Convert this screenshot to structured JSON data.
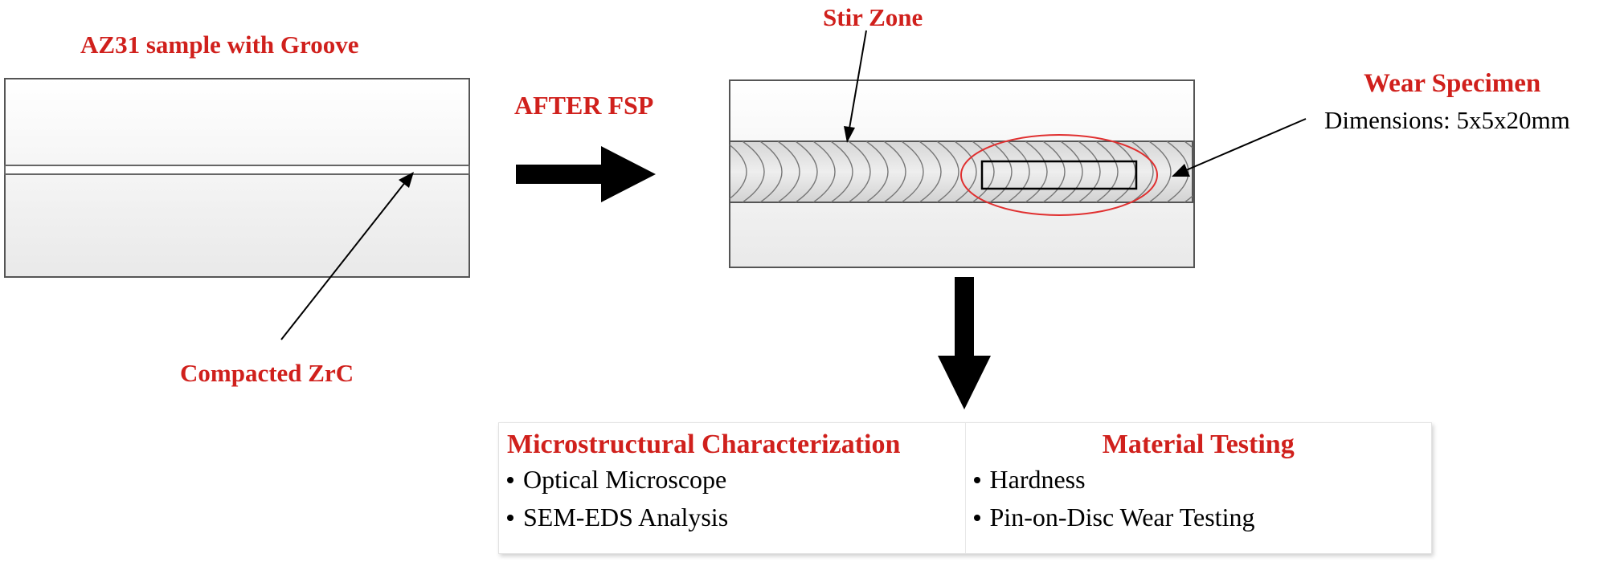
{
  "labels": {
    "sample": "AZ31 sample with Groove",
    "after_fsp": "AFTER FSP",
    "stir_zone": "Stir Zone",
    "wear_specimen": "Wear Specimen",
    "dimensions": "Dimensions: 5x5x20mm",
    "compacted": "Compacted ZrC"
  },
  "table": {
    "left_title": "Microstructural Characterization",
    "left_items": [
      "Optical Microscope",
      "SEM-EDS Analysis"
    ],
    "right_title": "Material Testing",
    "right_items": [
      "Hardness",
      "Pin-on-Disc Wear Testing"
    ]
  },
  "colors": {
    "accent": "#d0201c",
    "ellipse": "#e03030"
  }
}
